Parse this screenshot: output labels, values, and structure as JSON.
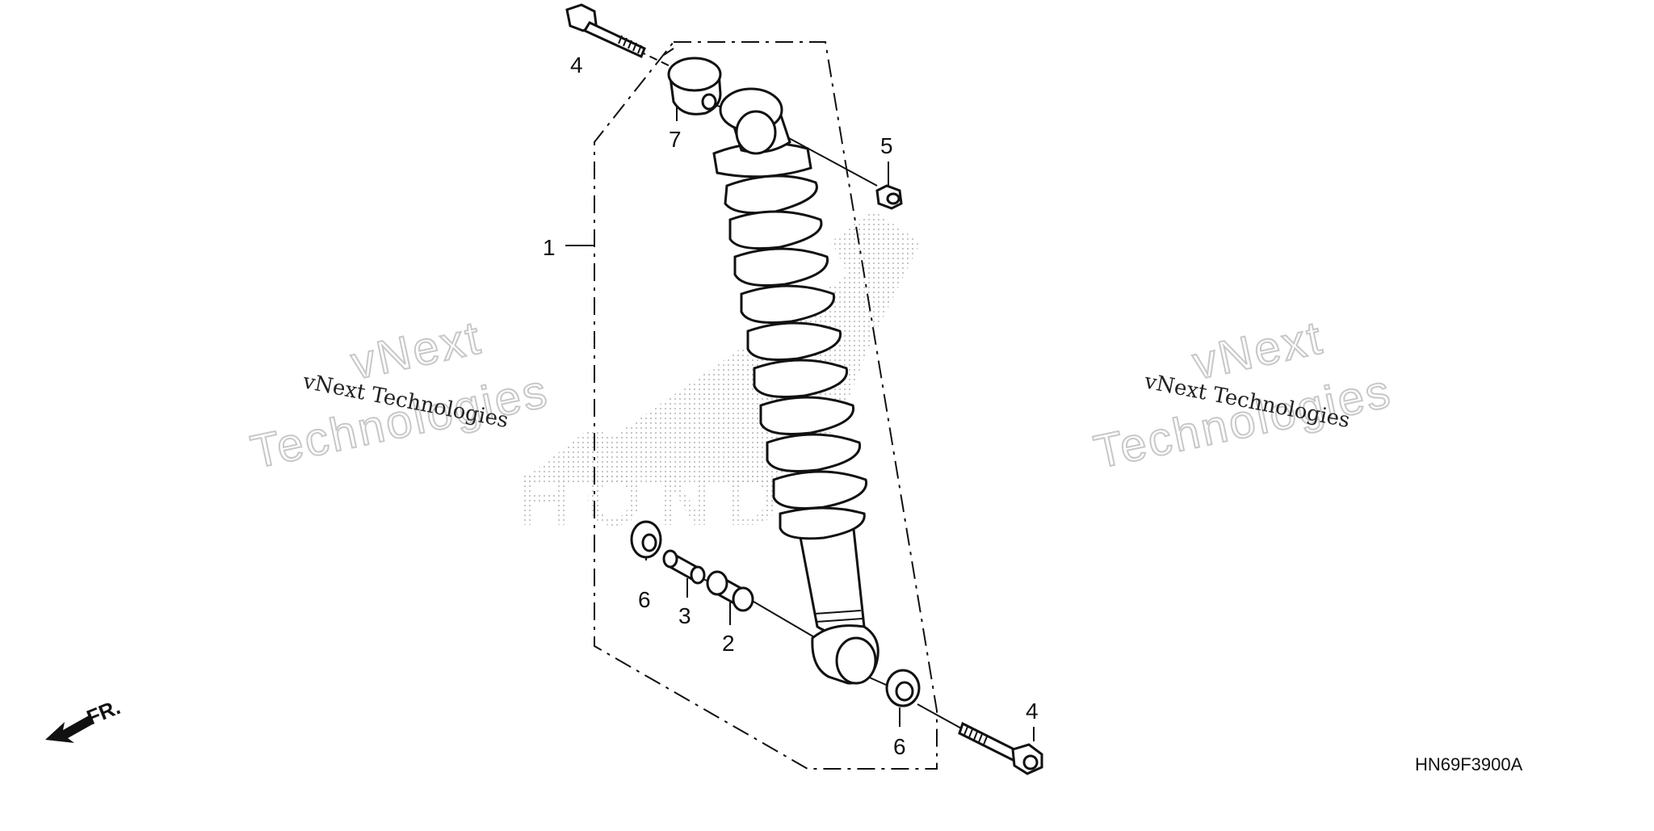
{
  "diagram": {
    "callouts": [
      {
        "id": "c1",
        "text": "1"
      },
      {
        "id": "c2",
        "text": "2"
      },
      {
        "id": "c3",
        "text": "3"
      },
      {
        "id": "c4a",
        "text": "4"
      },
      {
        "id": "c4b",
        "text": "4"
      },
      {
        "id": "c5",
        "text": "5"
      },
      {
        "id": "c6a",
        "text": "6"
      },
      {
        "id": "c6b",
        "text": "6"
      },
      {
        "id": "c7",
        "text": "7"
      }
    ],
    "direction_label": "FR.",
    "diagram_code": "HN69F3900A",
    "watermarks": {
      "left_small": "vNext Technologies",
      "left_big_1": "vNext",
      "left_big_2": "Technologies",
      "right_small": "vNext Technologies",
      "right_big_1": "vNext",
      "right_big_2": "Technologies",
      "brand": "HONDA"
    }
  }
}
